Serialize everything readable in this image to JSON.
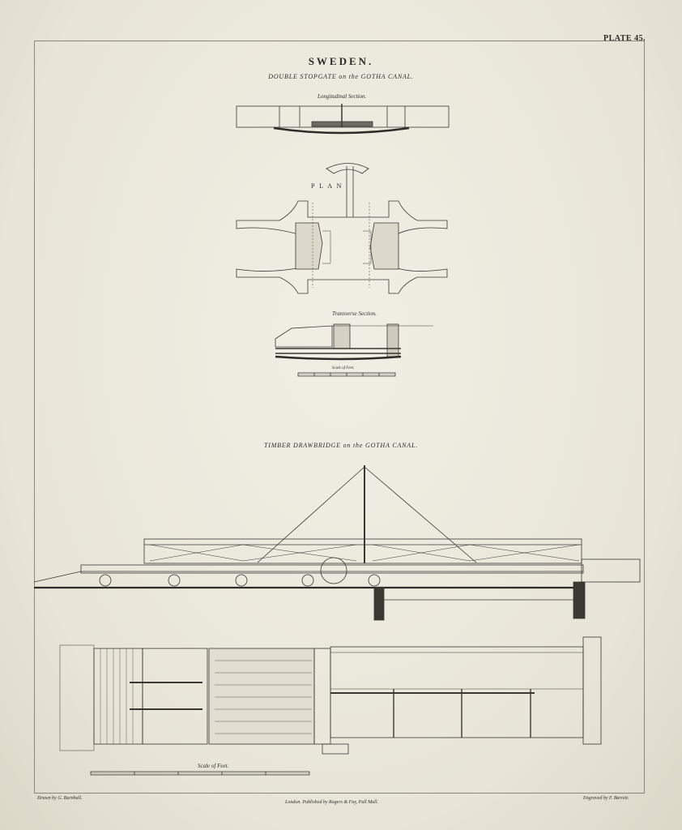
{
  "plate_label": "PLATE 45.",
  "title": "SWEDEN.",
  "subtitle1": "DOUBLE STOPGATE on the GOTHA CANAL.",
  "longitudinal_label": "Longitudinal Section.",
  "plan_label": "P L A N",
  "transverse_label": "Transverse Section.",
  "scale_label_top": "Scale of Feet.",
  "subtitle2": "TIMBER DRAWBRIDGE on the GOTHA CANAL.",
  "scale_label_bottom": "Scale of Feet.",
  "drawn_by": "Drawn by G. Burnhall.",
  "published": "London. Published by Rogers & Fay, Pall Mall.",
  "engraved_by": "Engraved by F. Barrett."
}
